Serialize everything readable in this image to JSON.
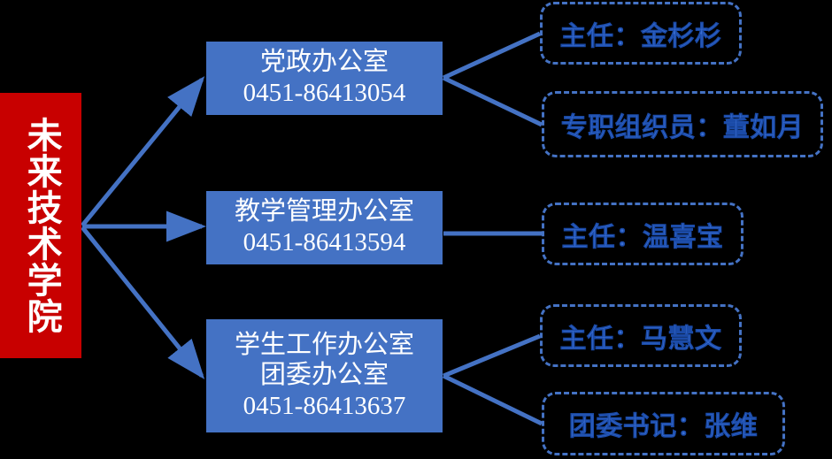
{
  "diagram": {
    "type": "organization-chart",
    "colors": {
      "root_fill": "#C80000",
      "root_text": "#FFFFFF",
      "dept_fill": "#4472C4",
      "dept_text": "#FFFFFF",
      "person_border": "#4472C4",
      "person_text": "#3B6FD4",
      "connector": "#4472C4",
      "background": "#000000"
    }
  },
  "root": {
    "name": "未来技术学院",
    "orientation": "vertical"
  },
  "departments": [
    {
      "id": "dept-1",
      "lines": [
        "党政办公室"
      ],
      "phone": "0451-86413054",
      "people": [
        {
          "id": "person-1",
          "label": "主任：金杉杉"
        },
        {
          "id": "person-2",
          "label": "专职组织员：董如月"
        }
      ]
    },
    {
      "id": "dept-2",
      "lines": [
        "教学管理办公室"
      ],
      "phone": "0451-86413594",
      "people": [
        {
          "id": "person-3",
          "label": "主任：温喜宝"
        }
      ]
    },
    {
      "id": "dept-3",
      "lines": [
        "学生工作办公室",
        "团委办公室"
      ],
      "phone": "0451-86413637",
      "people": [
        {
          "id": "person-4",
          "label": "主任：马慧文"
        },
        {
          "id": "person-5",
          "label": "团委书记：张维"
        }
      ]
    }
  ],
  "flat": {
    "dept1_line1": "党政办公室",
    "dept1_phone": "0451-86413054",
    "dept2_line1": "教学管理办公室",
    "dept2_phone": "0451-86413594",
    "dept3_line1": "学生工作办公室",
    "dept3_line2": "团委办公室",
    "dept3_phone": "0451-86413637",
    "person1": "主任：金杉杉",
    "person2": "专职组织员：董如月",
    "person3": "主任：温喜宝",
    "person4": "主任：马慧文",
    "person5": "团委书记：张维",
    "root_name": "未来技术学院"
  }
}
